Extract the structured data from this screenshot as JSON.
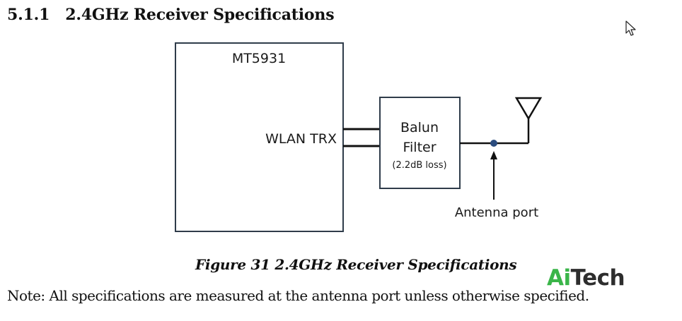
{
  "section": {
    "number": "5.1.1",
    "title": "2.4GHz Receiver Specifications"
  },
  "diagram": {
    "chip_label": "MT5931",
    "port_label": "WLAN TRX",
    "filter_line1": "Balun",
    "filter_line2": "Filter",
    "filter_loss": "(2.2dB loss)",
    "antenna_label": "Antenna port",
    "line_color": "#111111",
    "box_color": "#2f3c4a",
    "dot_color": "#2b4c7e"
  },
  "figure": {
    "caption": "Figure 31 2.4GHz Receiver Specifications"
  },
  "note": "Note: All specifications are measured at the antenna port unless otherwise specified.",
  "watermark": {
    "part1": "Ai",
    "part2": "Tech",
    "color1": "#3ab549",
    "color2": "#2d2d2d"
  },
  "cursor": {
    "icon": "mouse-pointer-icon"
  }
}
